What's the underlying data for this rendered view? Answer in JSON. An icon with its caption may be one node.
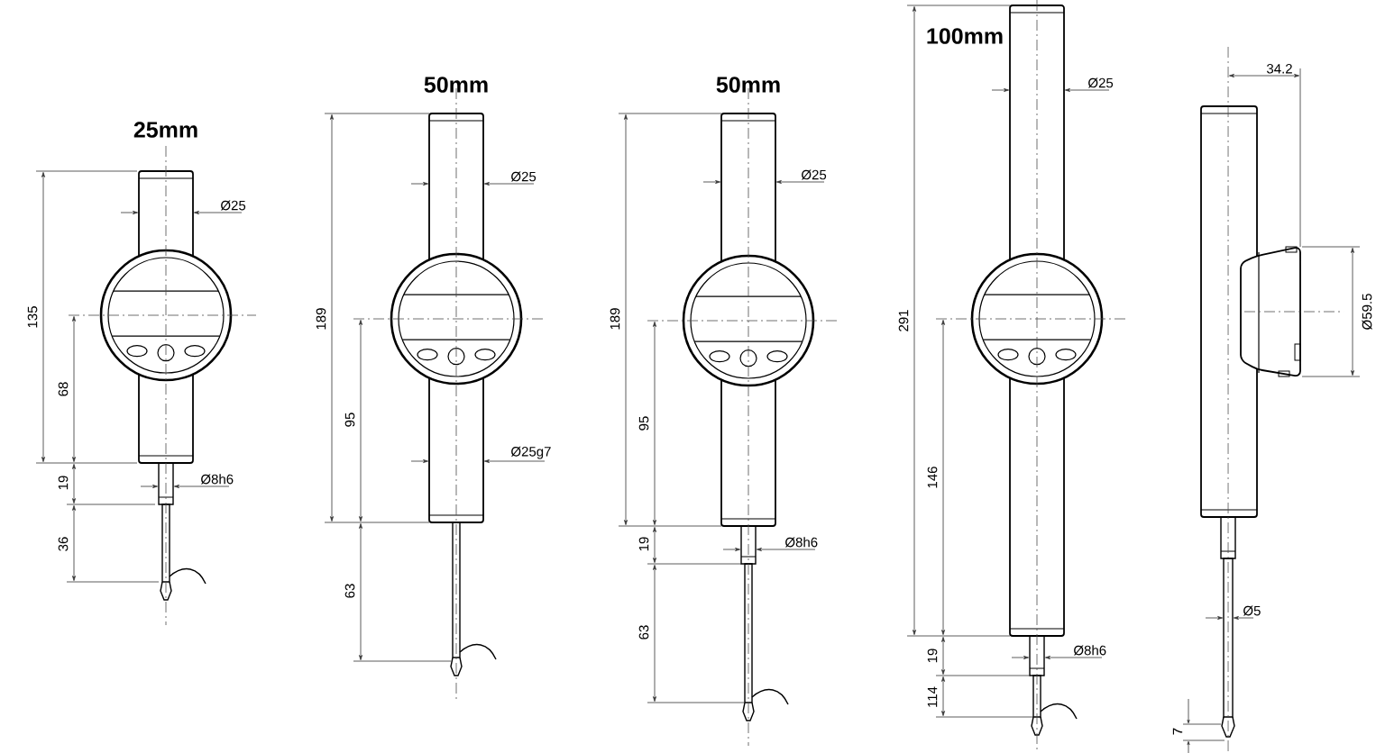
{
  "diagram": {
    "labels": [
      "25mm",
      "Ø25",
      "135",
      "68",
      "19",
      "Ø8h6",
      "36",
      "50mm",
      "Ø25",
      "189",
      "95",
      "Ø25g7",
      "63",
      "50mm",
      "Ø25",
      "189",
      "95",
      "19",
      "Ø8h6",
      "63",
      "100mm",
      "Ø25",
      "291",
      "146",
      "19",
      "Ø8h6",
      "114",
      "34.2",
      "Ø59.5",
      "Ø5",
      "7"
    ]
  }
}
